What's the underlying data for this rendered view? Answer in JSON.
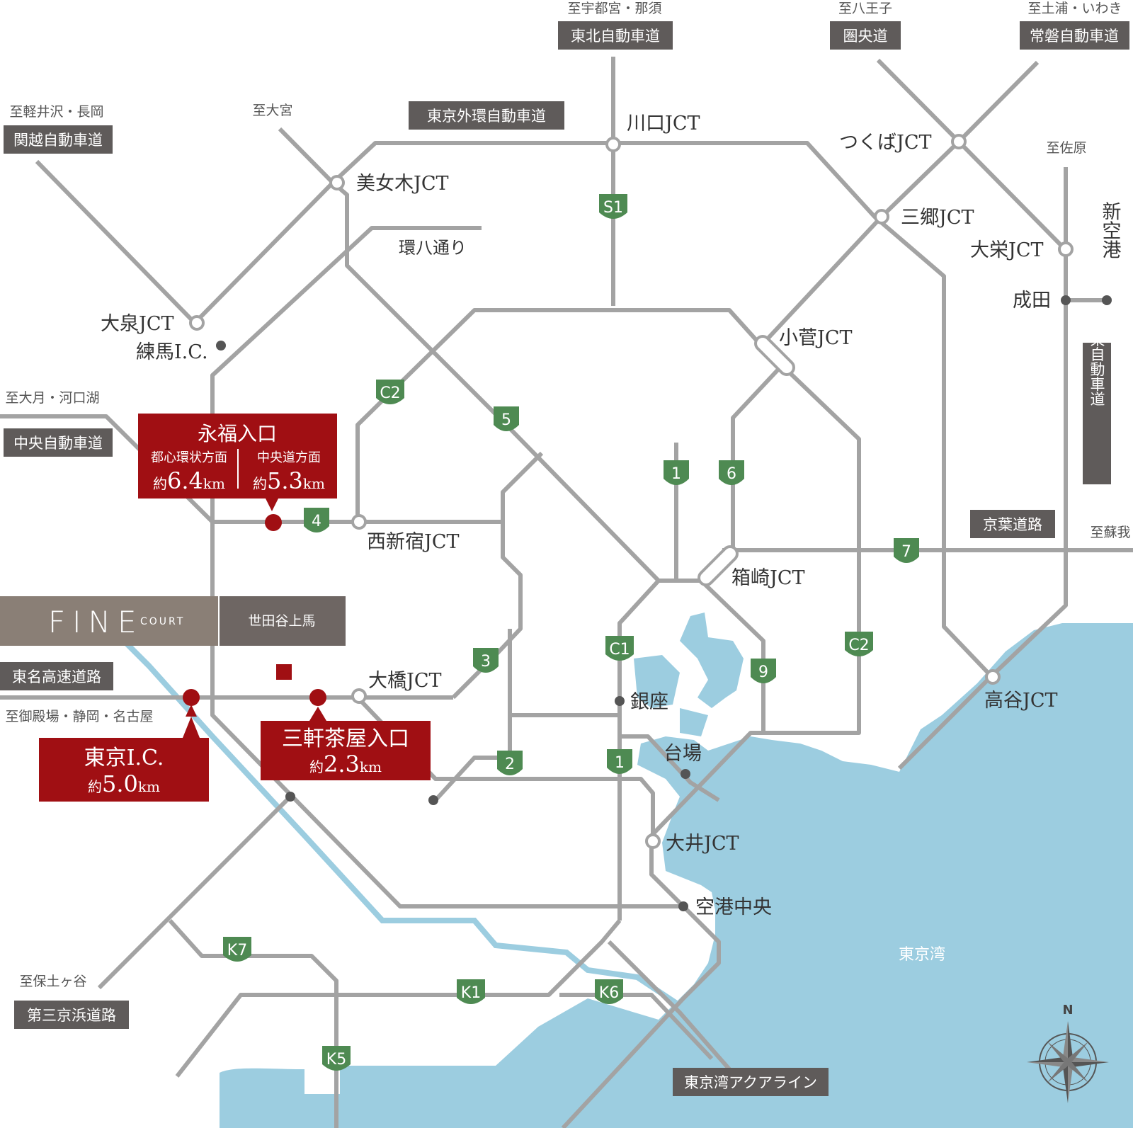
{
  "colors": {
    "road": "#a3a3a3",
    "sea": "#9ccde0",
    "route_badge": "#4e8a52",
    "label_box": "#5f5b5a",
    "highlight_red": "#a00f13",
    "brand_box": "#8a7f76"
  },
  "brand": {
    "name": "FINE",
    "sub": "COURT",
    "area": "世田谷上馬"
  },
  "destinations": {
    "utsunomiya": "至宇都宮・那須",
    "hachioji": "至八王子",
    "tsuchiura": "至土浦・いわき",
    "karuizawa": "至軽井沢・長岡",
    "omiya": "至大宮",
    "sawara": "至佐原",
    "otsuki": "至大月・河口湖",
    "soga": "至蘇我",
    "gotemba": "至御殿場・静岡・名古屋",
    "hodogaya": "至保土ヶ谷"
  },
  "highways": {
    "tohoku": "東北自動車道",
    "kenodo": "圏央道",
    "joban": "常磐自動車道",
    "kanetsu": "関越自動車道",
    "gaikan": "東京外環自動車道",
    "chuo": "中央自動車道",
    "higashikanto": "東関東自動車道",
    "keiyo": "京葉道路",
    "tomei": "東名高速道路",
    "daisankeihin": "第三京浜道路",
    "aqualine": "東京湾アクアライン"
  },
  "junctions": {
    "kawaguchi": "川口JCT",
    "tsukuba": "つくばJCT",
    "bijogi": "美女木JCT",
    "misato": "三郷JCT",
    "daiei": "大栄JCT",
    "oizumi": "大泉JCT",
    "kosuge": "小菅JCT",
    "nishishinjuku": "西新宿JCT",
    "hakozaki": "箱崎JCT",
    "ohashi": "大橋JCT",
    "takaya": "高谷JCT",
    "oi": "大井JCT"
  },
  "places": {
    "nerima": "練馬I.C.",
    "kanpachi": "環八通り",
    "narita": "成田",
    "shinkuko": "新空港",
    "ginza": "銀座",
    "daiba": "台場",
    "kuko": "空港中央",
    "tokyowan": "東京湾"
  },
  "routes": [
    "S1",
    "C2",
    "5",
    "1",
    "6",
    "4",
    "7",
    "C1",
    "9",
    "C2",
    "3",
    "2",
    "1",
    "K7",
    "K1",
    "K6",
    "K5"
  ],
  "callouts": {
    "eifuku": {
      "title": "永福入口",
      "left_label": "都心環状方面",
      "left_prefix": "約",
      "left_value": "6.4",
      "left_unit": "km",
      "right_label": "中央道方面",
      "right_prefix": "約",
      "right_value": "5.3",
      "right_unit": "km"
    },
    "tokyo_ic": {
      "title": "東京I.C.",
      "prefix": "約",
      "value": "5.0",
      "unit": "km"
    },
    "sangenjaya": {
      "title": "三軒茶屋入口",
      "prefix": "約",
      "value": "2.3",
      "unit": "km"
    }
  },
  "compass": "N"
}
